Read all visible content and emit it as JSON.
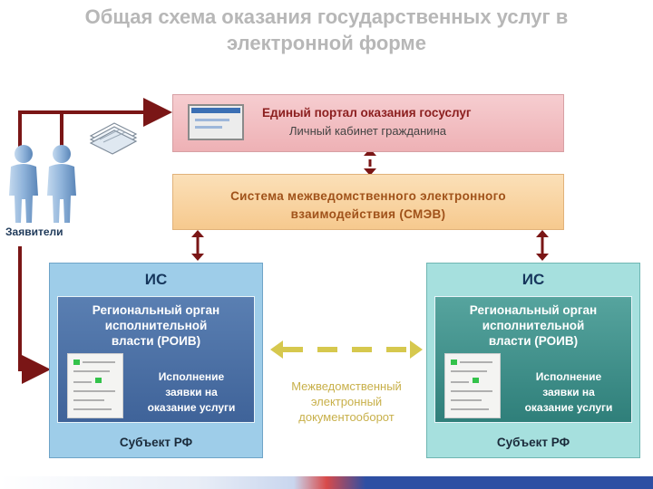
{
  "title": {
    "line1": "Общая схема оказания государственных услуг в",
    "line2": "электронной форме"
  },
  "portal": {
    "title": "Единый портал оказания госуслуг",
    "subtitle": "Личный кабинет гражданина"
  },
  "smev": {
    "line1": "Система межведомственного электронного",
    "line2": "взаимодействия (СМЭВ)"
  },
  "left_is": {
    "label": "ИС",
    "roiv_line1": "Региональный орган",
    "roiv_line2": "исполнительной",
    "roiv_line3": "власти (РОИВ)",
    "exec_line1": "Исполнение",
    "exec_line2": "заявки на",
    "exec_line3": "оказание услуги",
    "subject": "Субъект РФ"
  },
  "right_is": {
    "label": "ИС",
    "roiv_line1": "Региональный орган",
    "roiv_line2": "исполнительной",
    "roiv_line3": "власти (РОИВ)",
    "exec_line1": "Исполнение",
    "exec_line2": "заявки на",
    "exec_line3": "оказание услуги",
    "subject": "Субъект РФ"
  },
  "interagency": {
    "line1": "Межведомственный",
    "line2": "электронный",
    "line3": "документооборот"
  },
  "applicants_label": "Заявители",
  "colors": {
    "arrow": "#7a1616",
    "dashed_arrow": "#c9c04a",
    "title": "#b7b7b7"
  }
}
